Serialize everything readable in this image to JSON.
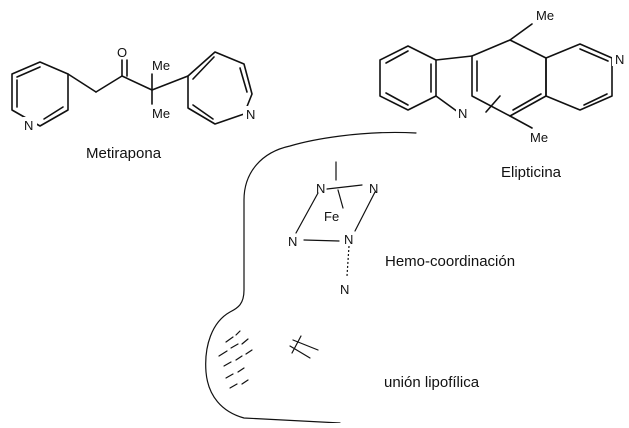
{
  "labels": {
    "metyrapone": "Metirapona",
    "ellipticine": "Elipticina",
    "heme": "Hemo-coordinación",
    "lipophilic": "unión lipofílica"
  },
  "atoms": {
    "N": "N",
    "O": "O",
    "Me": "Me",
    "Fe": "Fe"
  }
}
